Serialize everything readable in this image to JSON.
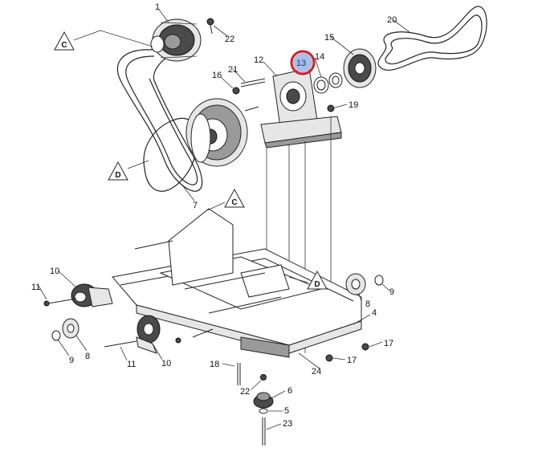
{
  "highlight": {
    "part": "13",
    "ring_color": "#d21f26",
    "fill_color": "#a9bfe6"
  },
  "part_labels": [
    "1",
    "22",
    "20",
    "15",
    "12",
    "13",
    "14",
    "21",
    "16",
    "19",
    "7",
    "10",
    "11",
    "8",
    "9",
    "10",
    "11",
    "8",
    "9",
    "4",
    "17",
    "17",
    "18",
    "24",
    "22",
    "6",
    "5",
    "23"
  ],
  "reference_letters": [
    "C",
    "D",
    "C",
    "D"
  ]
}
